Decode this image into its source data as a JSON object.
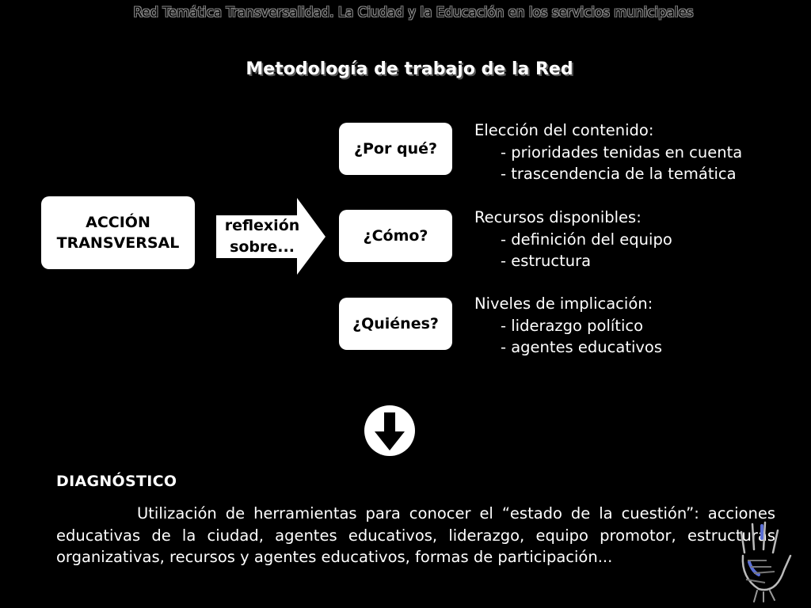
{
  "header": {
    "text": "Red Temática Transversalidad. La Ciudad y la Educación en los servicios municipales"
  },
  "title": "Metodología de trabajo de la Red",
  "diagram": {
    "accion_line1": "ACCIÓN",
    "accion_line2": "TRANSVERSAL",
    "arrow_line1": "reflexión",
    "arrow_line2": "sobre...",
    "questions": [
      "¿Por qué?",
      "¿Cómo?",
      "¿Quiénes?"
    ],
    "groups": [
      {
        "heading": "Elección del contenido:",
        "items": [
          "- prioridades tenidas en cuenta",
          "- trascendencia de la temática"
        ]
      },
      {
        "heading": "Recursos disponibles:",
        "items": [
          "- definición del equipo",
          "- estructura"
        ]
      },
      {
        "heading": "Niveles de implicación:",
        "items": [
          "- liderazgo político",
          "- agentes educativos"
        ]
      }
    ],
    "down_icon": "arrow-down-circle-icon"
  },
  "diagnostico": {
    "heading": "DIAGNÓSTICO",
    "text": "Utilización de herramientas para conocer el “estado de la cuestión”: acciones educativas de la ciudad, agentes educativos, liderazgo, equipo promotor, estructuras organizativas, recursos y agentes educativos, formas de participación..."
  },
  "logo": {
    "icon": "hand-logo-icon"
  }
}
